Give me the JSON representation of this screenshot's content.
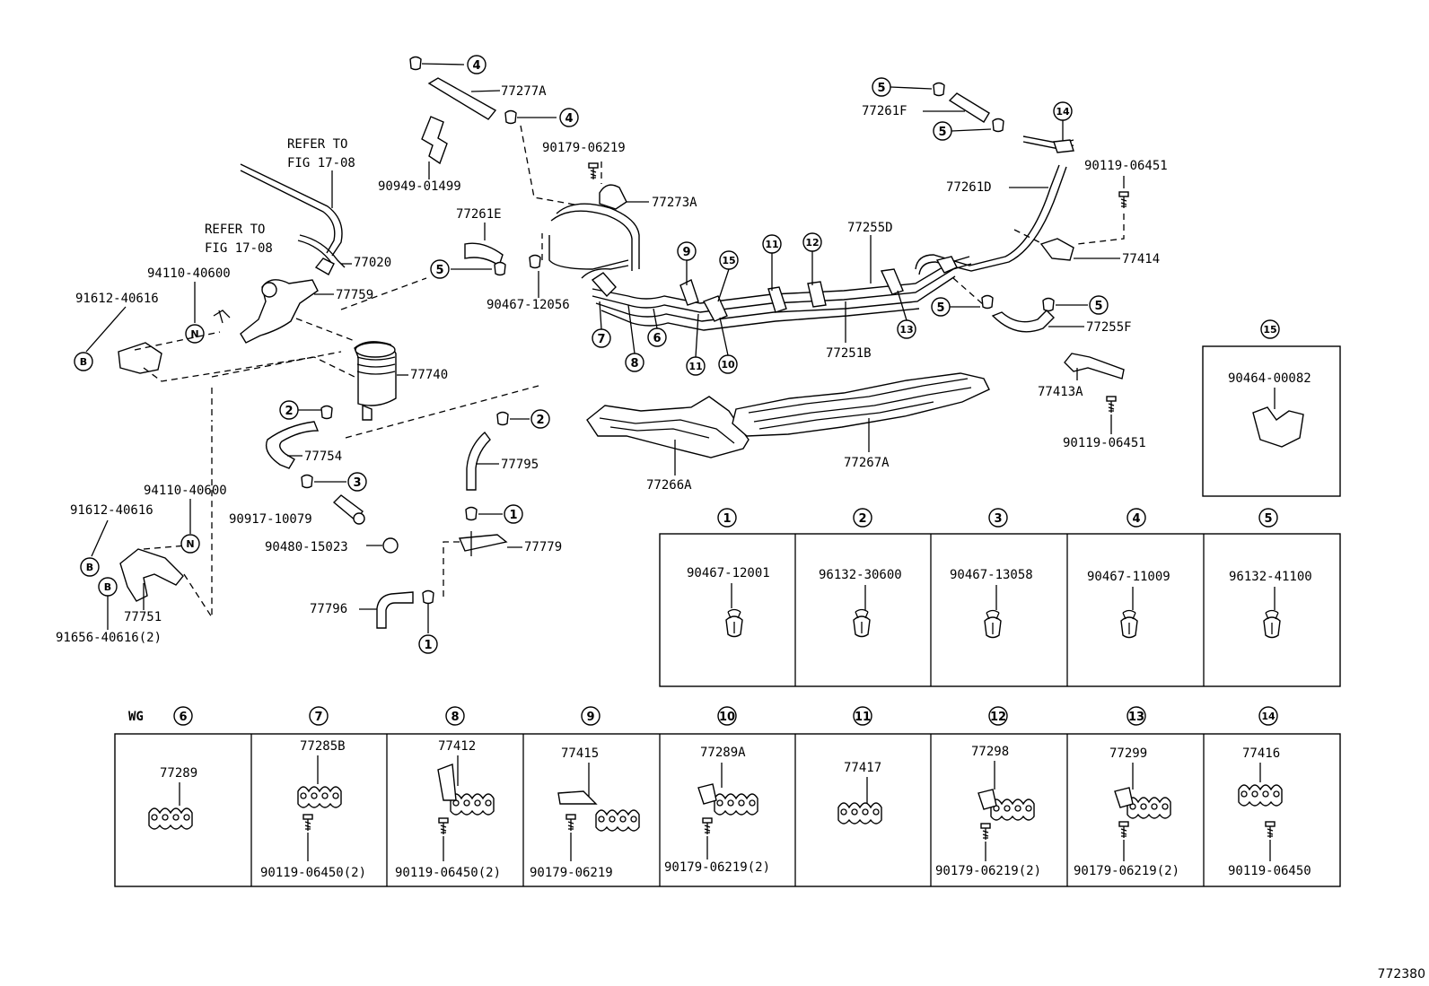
{
  "diagram_id": "772380",
  "wg_label": "WG",
  "refer_notes": [
    {
      "line1": "REFER TO",
      "line2": "FIG 17-08"
    },
    {
      "line1": "REFER TO",
      "line2": "FIG 17-08"
    }
  ],
  "part_labels": {
    "p77277A": "77277A",
    "p90949_01499": "90949-01499",
    "p90179_06219_top": "90179-06219",
    "p77273A": "77273A",
    "p77020": "77020",
    "p94110_40600_a": "94110-40600",
    "p91612_40616_a": "91612-40616",
    "p77759": "77759",
    "p77261E": "77261E",
    "p90467_12056": "90467-12056",
    "p77740": "77740",
    "p77754": "77754",
    "p77795": "77795",
    "p94110_40600_b": "94110-40600",
    "p91612_40616_b": "91612-40616",
    "p90917_10079": "90917-10079",
    "p90480_15023": "90480-15023",
    "p77779": "77779",
    "p77751": "77751",
    "p91656_40616": "91656-40616(2)",
    "p77796": "77796",
    "p77266A": "77266A",
    "p77267A": "77267A",
    "p77261F": "77261F",
    "p90119_06451_a": "90119-06451",
    "p77261D": "77261D",
    "p77255D": "77255D",
    "p77414": "77414",
    "p77251B": "77251B",
    "p77255F": "77255F",
    "p77413A": "77413A",
    "p90119_06451_b": "90119-06451"
  },
  "box15": {
    "index": "15",
    "part": "90464-00082"
  },
  "table_top": [
    {
      "index": "1",
      "part": "90467-12001"
    },
    {
      "index": "2",
      "part": "96132-30600"
    },
    {
      "index": "3",
      "part": "90467-13058"
    },
    {
      "index": "4",
      "part": "90467-11009"
    },
    {
      "index": "5",
      "part": "96132-41100"
    }
  ],
  "table_bottom": [
    {
      "index": "6",
      "part": "77289",
      "bolt": ""
    },
    {
      "index": "7",
      "part": "77285B",
      "bolt": "90119-06450(2)"
    },
    {
      "index": "8",
      "part": "77412",
      "bolt": "90119-06450(2)"
    },
    {
      "index": "9",
      "part": "77415",
      "bolt": "90179-06219"
    },
    {
      "index": "10",
      "part": "77289A",
      "bolt": "90179-06219(2)"
    },
    {
      "index": "11",
      "part": "77417",
      "bolt": ""
    },
    {
      "index": "12",
      "part": "77298",
      "bolt": "90179-06219(2)"
    },
    {
      "index": "13",
      "part": "77299",
      "bolt": "90179-06219(2)"
    },
    {
      "index": "14",
      "part": "77416",
      "bolt": "90119-06450"
    }
  ],
  "callouts": [
    "1",
    "2",
    "3",
    "4",
    "5",
    "6",
    "7",
    "8",
    "9",
    "10",
    "11",
    "12",
    "13",
    "14",
    "B",
    "N"
  ]
}
